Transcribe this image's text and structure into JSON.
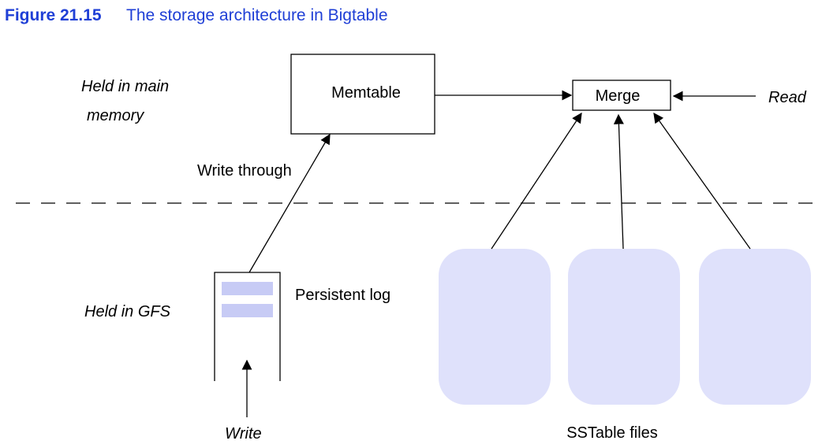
{
  "figure": {
    "number": "Figure 21.15",
    "title": "The storage architecture in Bigtable"
  },
  "regions": {
    "memory_line1": "Held in main",
    "memory_line2": "memory",
    "gfs": "Held in GFS"
  },
  "nodes": {
    "memtable": "Memtable",
    "merge": "Merge",
    "persistent_log": "Persistent log",
    "sstable_files": "SSTable files"
  },
  "edges": {
    "write_through": "Write through",
    "read": "Read",
    "write": "Write"
  },
  "colors": {
    "accent": "#1f3fd6",
    "sstable_fill": "#dfe1fb",
    "log_entry_fill": "#c7cbf5",
    "line": "#000000"
  }
}
